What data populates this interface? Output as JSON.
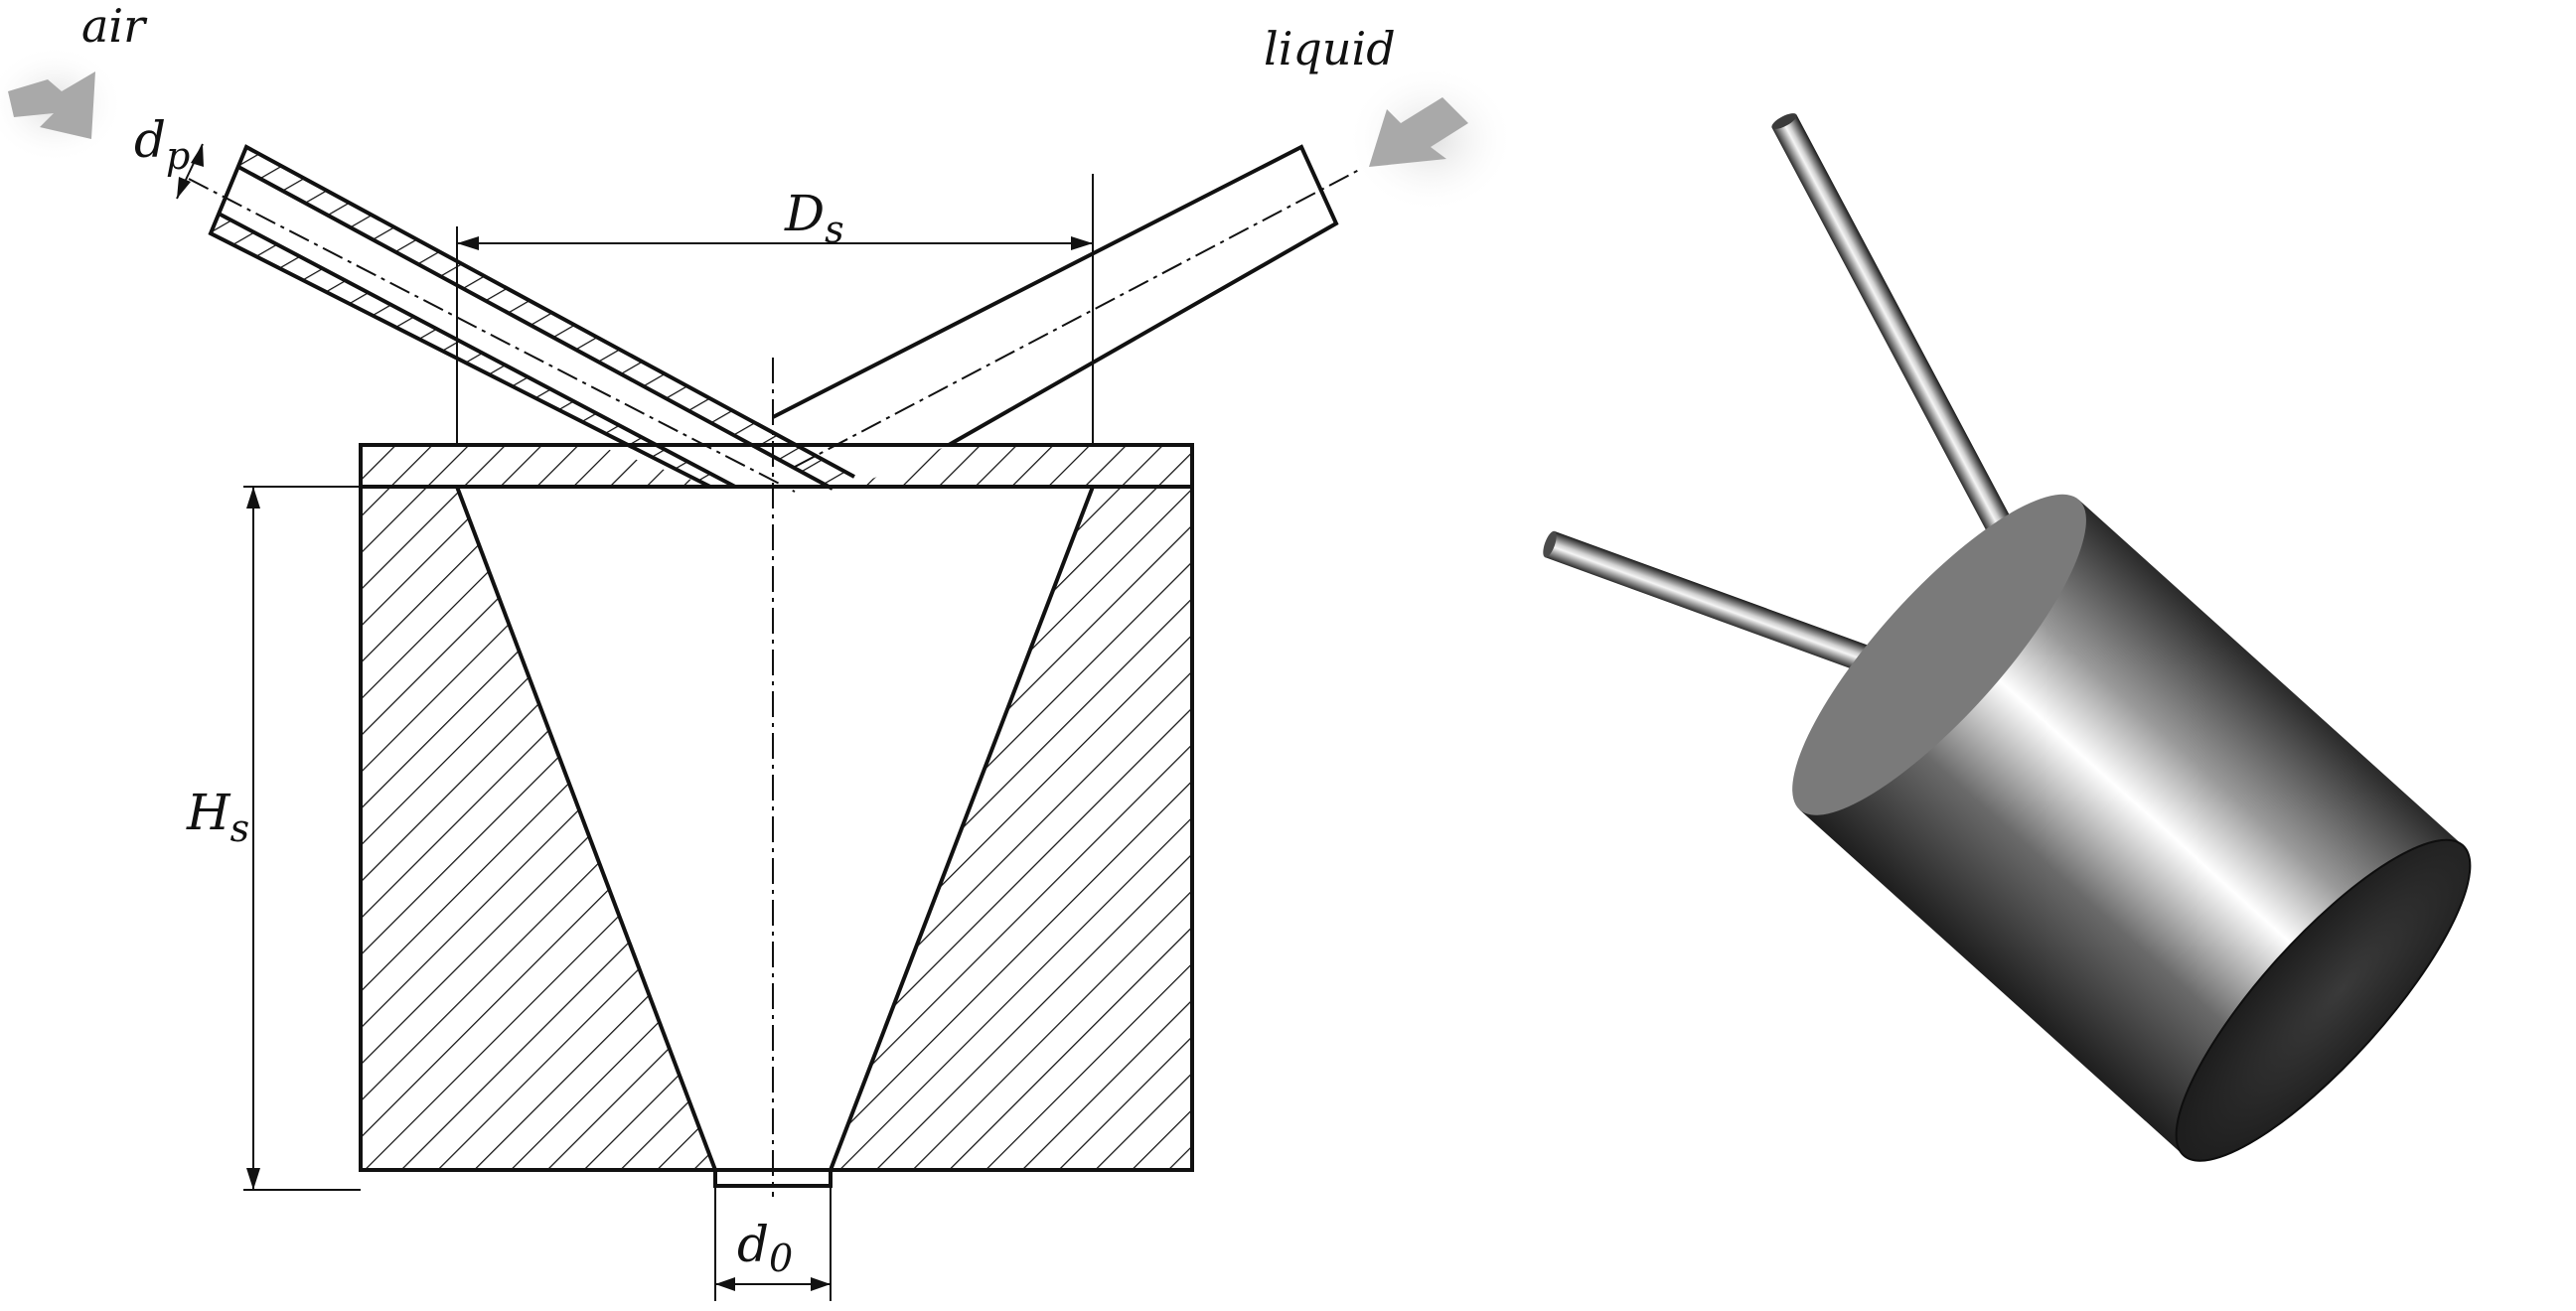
{
  "labels": {
    "air": "air",
    "liquid": "liquid",
    "dp_main": "d",
    "dp_sub": "p",
    "ds_main": "D",
    "ds_sub": "s",
    "hs_main": "H",
    "hs_sub": "s",
    "d0_main": "d",
    "d0_sub": "0"
  },
  "colors": {
    "line": "#111111",
    "arrow": "#a9a9a9",
    "body_dark": "#1f1f1f",
    "body_light": "#ffffff"
  }
}
